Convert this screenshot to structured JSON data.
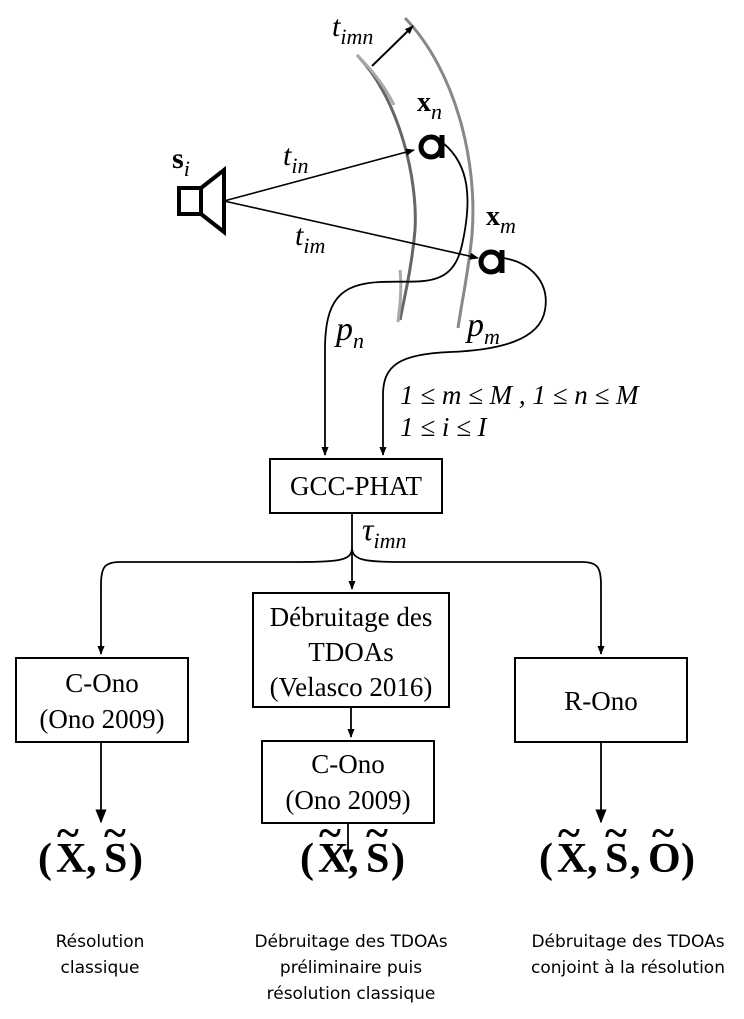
{
  "source": {
    "symbol": "s",
    "index": "i"
  },
  "mics": [
    {
      "symbol": "x",
      "index": "n"
    },
    {
      "symbol": "x",
      "index": "m"
    }
  ],
  "times": {
    "t_imn": {
      "base": "t",
      "sub": "imn"
    },
    "t_in": {
      "base": "t",
      "sub": "in"
    },
    "t_im": {
      "base": "t",
      "sub": "im"
    }
  },
  "signals": {
    "p_n": {
      "base": "p",
      "sub": "n"
    },
    "p_m": {
      "base": "p",
      "sub": "m"
    }
  },
  "constraints": {
    "line1": "1 ≤ m ≤ M , 1 ≤ n ≤ M",
    "line2": "1 ≤ i ≤ I"
  },
  "tau": {
    "base": "τ",
    "sub": "imn"
  },
  "boxes": {
    "gcc": "GCC-PHAT",
    "c_ono_left": [
      "C-Ono",
      "(Ono 2009)"
    ],
    "debruitage": [
      "Débruitage des",
      "TDOAs",
      "(Velasco 2016)"
    ],
    "c_ono_mid": [
      "C-Ono",
      "(Ono 2009)"
    ],
    "r_ono": "R-Ono"
  },
  "results": {
    "left": [
      "X",
      "S"
    ],
    "middle": [
      "X",
      "S"
    ],
    "right": [
      "X",
      "S",
      "O"
    ]
  },
  "captions": {
    "left": [
      "Résolution",
      "classique"
    ],
    "middle": [
      "Débruitage des TDOAs",
      "préliminaire puis",
      "résolution classique"
    ],
    "right": [
      "Débruitage des TDOAs",
      "conjoint à la résolution"
    ]
  }
}
